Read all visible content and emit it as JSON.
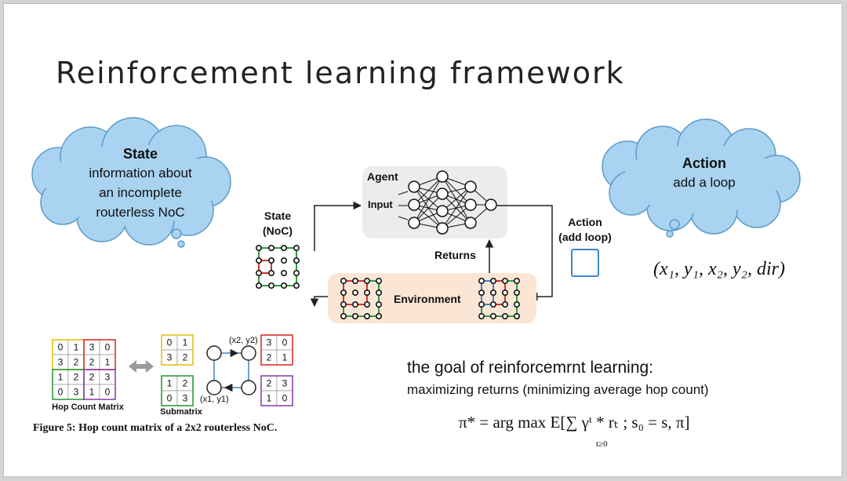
{
  "slide": {
    "title": "Reinforcement learning framework"
  },
  "state_cloud": {
    "heading": "State",
    "line1": "information about",
    "line2": "an incomplete",
    "line3": "routerless NoC"
  },
  "action_cloud": {
    "heading": "Action",
    "line1": "add a loop"
  },
  "diagram": {
    "agent_label": "Agent",
    "input_label": "Input",
    "state_label_1": "State",
    "state_label_2": "(NoC)",
    "action_label_1": "Action",
    "action_label_2": "(add loop)",
    "returns_label": "Returns",
    "environment_label": "Environment"
  },
  "action_formula": {
    "text": "(x₁, y₁, x₂, y₂, dir)"
  },
  "hop_figure": {
    "matrix": [
      [
        "0",
        "1",
        "3",
        "0"
      ],
      [
        "3",
        "2",
        "2",
        "1"
      ],
      [
        "1",
        "2",
        "2",
        "3"
      ],
      [
        "0",
        "3",
        "1",
        "0"
      ]
    ],
    "matrix_label": "Hop Count Matrix",
    "sub_tl": [
      [
        "0",
        "1"
      ],
      [
        "3",
        "2"
      ]
    ],
    "sub_tr": [
      [
        "3",
        "0"
      ],
      [
        "2",
        "1"
      ]
    ],
    "sub_bl": [
      [
        "1",
        "2"
      ],
      [
        "0",
        "3"
      ]
    ],
    "sub_br": [
      [
        "2",
        "3"
      ],
      [
        "1",
        "0"
      ]
    ],
    "submatrix_label": "Submatrix",
    "coord_top": "(x2, y2)",
    "coord_bottom": "(x1, y1)",
    "caption": "Figure 5: Hop count matrix of a 2x2 routerless NoC."
  },
  "goal": {
    "line1": "the goal of reinforcemrnt learning:",
    "line2": "maximizing returns (minimizing average hop count)",
    "formula": "π* = arg max E[∑ γᵗ * rₜ ; s₀ = s, π]",
    "formula_sub": "t≥0"
  },
  "colors": {
    "cloud_fill": "#a9d3f0",
    "cloud_stroke": "#5c9bc9",
    "agent_box": "#ececec",
    "env_box": "#fbe6d6",
    "green": "#2e9b3e",
    "red": "#d9312a",
    "blue": "#3f86c9",
    "yellow": "#e3c21a",
    "purple": "#8e44ad"
  }
}
